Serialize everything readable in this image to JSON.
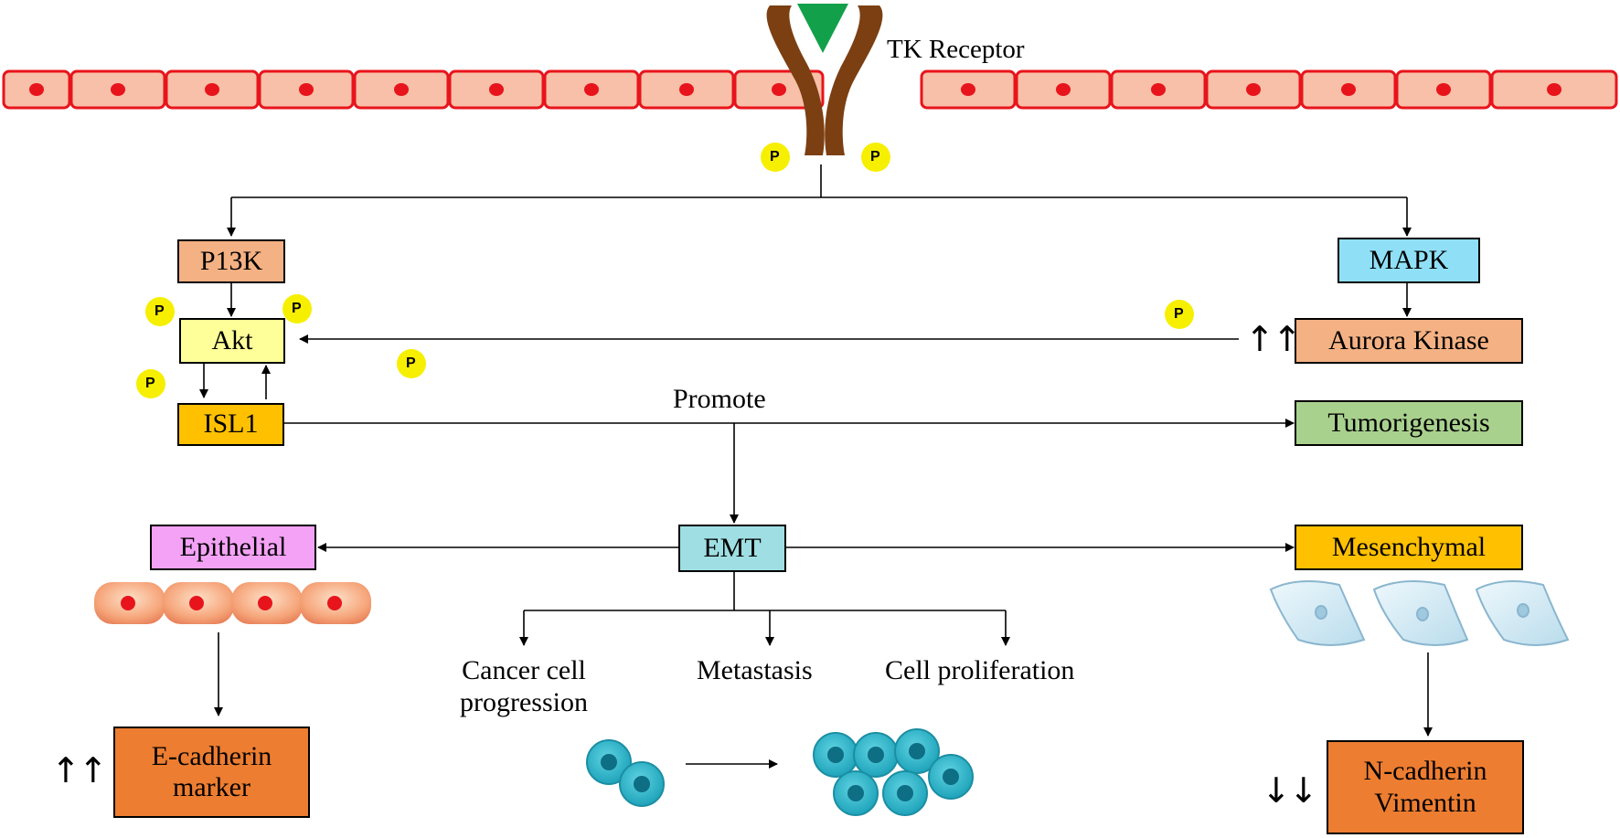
{
  "colors": {
    "membrane_red": "#e8141c",
    "membrane_fill": "#f8c0a8",
    "receptor_brown": "#7b3f12",
    "ligand_green": "#13a04a",
    "phospho_yellow": "#f7ef00",
    "pi3k_fill": "#f4b183",
    "akt_fill": "#ffff99",
    "isl1_fill": "#ffc000",
    "mapk_fill": "#8fe0f7",
    "aurora_fill": "#f4b183",
    "tumor_fill": "#a9d18e",
    "emt_fill": "#9fdfe3",
    "epithelial_fill": "#f4a2f6",
    "mesenchymal_fill": "#ffc000",
    "marker_fill": "#ed7d31",
    "cancer_cell_fill": "#2ab7cc",
    "mesenchymal_cell_fill": "#d6ecf5"
  },
  "diagram": {
    "receptor_label": "TK Receptor",
    "phospho_symbol": "P",
    "promote_label": "Promote",
    "up_arrows": "↑↑",
    "down_arrows": "↓↓",
    "nodes": {
      "pi3k": "P13K",
      "akt": "Akt",
      "isl1": "ISL1",
      "mapk": "MAPK",
      "aurora": "Aurora Kinase",
      "tumorigenesis": "Tumorigenesis",
      "emt": "EMT",
      "epithelial": "Epithelial",
      "mesenchymal": "Mesenchymal",
      "ecadherin_line1": "E-cadherin",
      "ecadherin_line2": "marker",
      "ncadherin_line1": "N-cadherin",
      "ncadherin_line2": "Vimentin"
    },
    "outcomes": {
      "cancer_progression_line1": "Cancer cell",
      "cancer_progression_line2": "progression",
      "metastasis": "Metastasis",
      "proliferation": "Cell proliferation"
    }
  }
}
